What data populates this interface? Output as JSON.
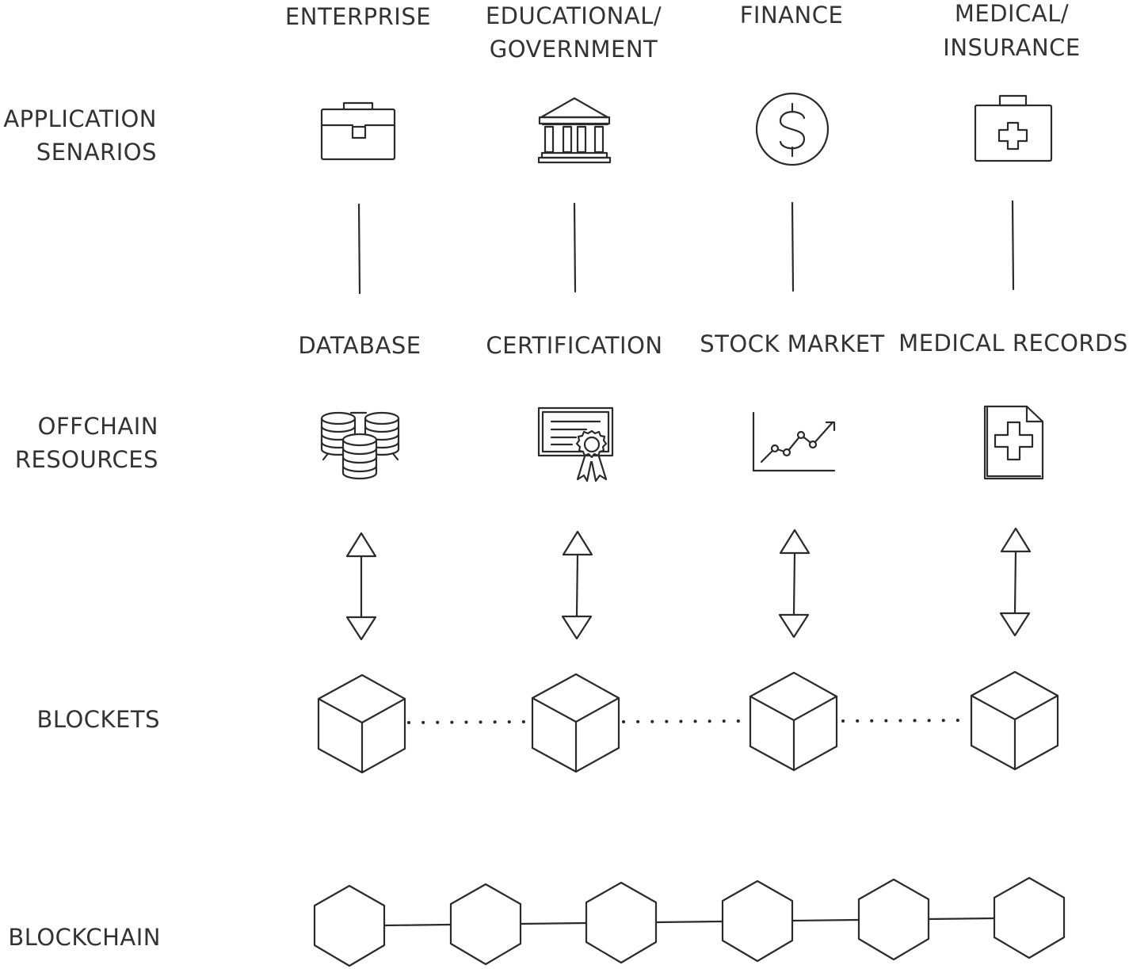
{
  "row_labels": {
    "application": [
      "APPLICATION",
      "SENARIOS"
    ],
    "offchain": [
      "OFFCHAIN",
      "RESOURCES"
    ],
    "blockets": "BLOCKETS",
    "blockchain": "BLOCKCHAIN"
  },
  "columns": [
    {
      "scenario": [
        "ENTERPRISE"
      ],
      "scenario_icon": "briefcase-icon",
      "resource": "DATABASE",
      "resource_icon": "database-stack-icon"
    },
    {
      "scenario": [
        "EDUCATIONAL/",
        "GOVERNMENT"
      ],
      "scenario_icon": "government-building-icon",
      "resource": "CERTIFICATION",
      "resource_icon": "certificate-icon"
    },
    {
      "scenario": [
        "FINANCE"
      ],
      "scenario_icon": "dollar-coin-icon",
      "resource": "STOCK MARKET",
      "resource_icon": "line-chart-icon"
    },
    {
      "scenario": [
        "MEDICAL/",
        "INSURANCE"
      ],
      "scenario_icon": "medical-kit-icon",
      "resource": "MEDICAL RECORDS",
      "resource_icon": "medical-record-icon"
    }
  ],
  "blockets": {
    "count": 4,
    "links": "dotted"
  },
  "blockchain": {
    "count": 6,
    "links": "solid"
  },
  "colors": {
    "ink": "#2b2b2b",
    "text": "#333333",
    "background": "#ffffff"
  }
}
